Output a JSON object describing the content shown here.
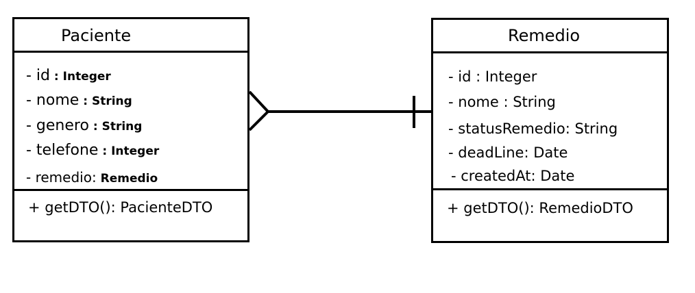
{
  "classes": {
    "paciente": {
      "name": "Paciente",
      "attributes": [
        {
          "name": "- id",
          "type": " : Integer"
        },
        {
          "name": "- nome",
          "type": " : String"
        },
        {
          "name": "- genero",
          "type": " : String"
        },
        {
          "name": "- telefone",
          "type": " : Integer"
        },
        {
          "name": "-  remedio:",
          "type": " Remedio"
        }
      ],
      "methods": [
        "+ getDTO(): PacienteDTO"
      ]
    },
    "remedio": {
      "name": "Remedio",
      "attributes": [
        "- id : Integer",
        "- nome : String",
        "- statusRemedio: String",
        "- deadLine: Date",
        "- createdAt: Date"
      ],
      "methods": [
        "+ getDTO(): RemedioDTO"
      ]
    }
  },
  "relationship": {
    "from": "Paciente",
    "to": "Remedio",
    "from_end": "crow-foot-many",
    "to_end": "bar-one"
  }
}
